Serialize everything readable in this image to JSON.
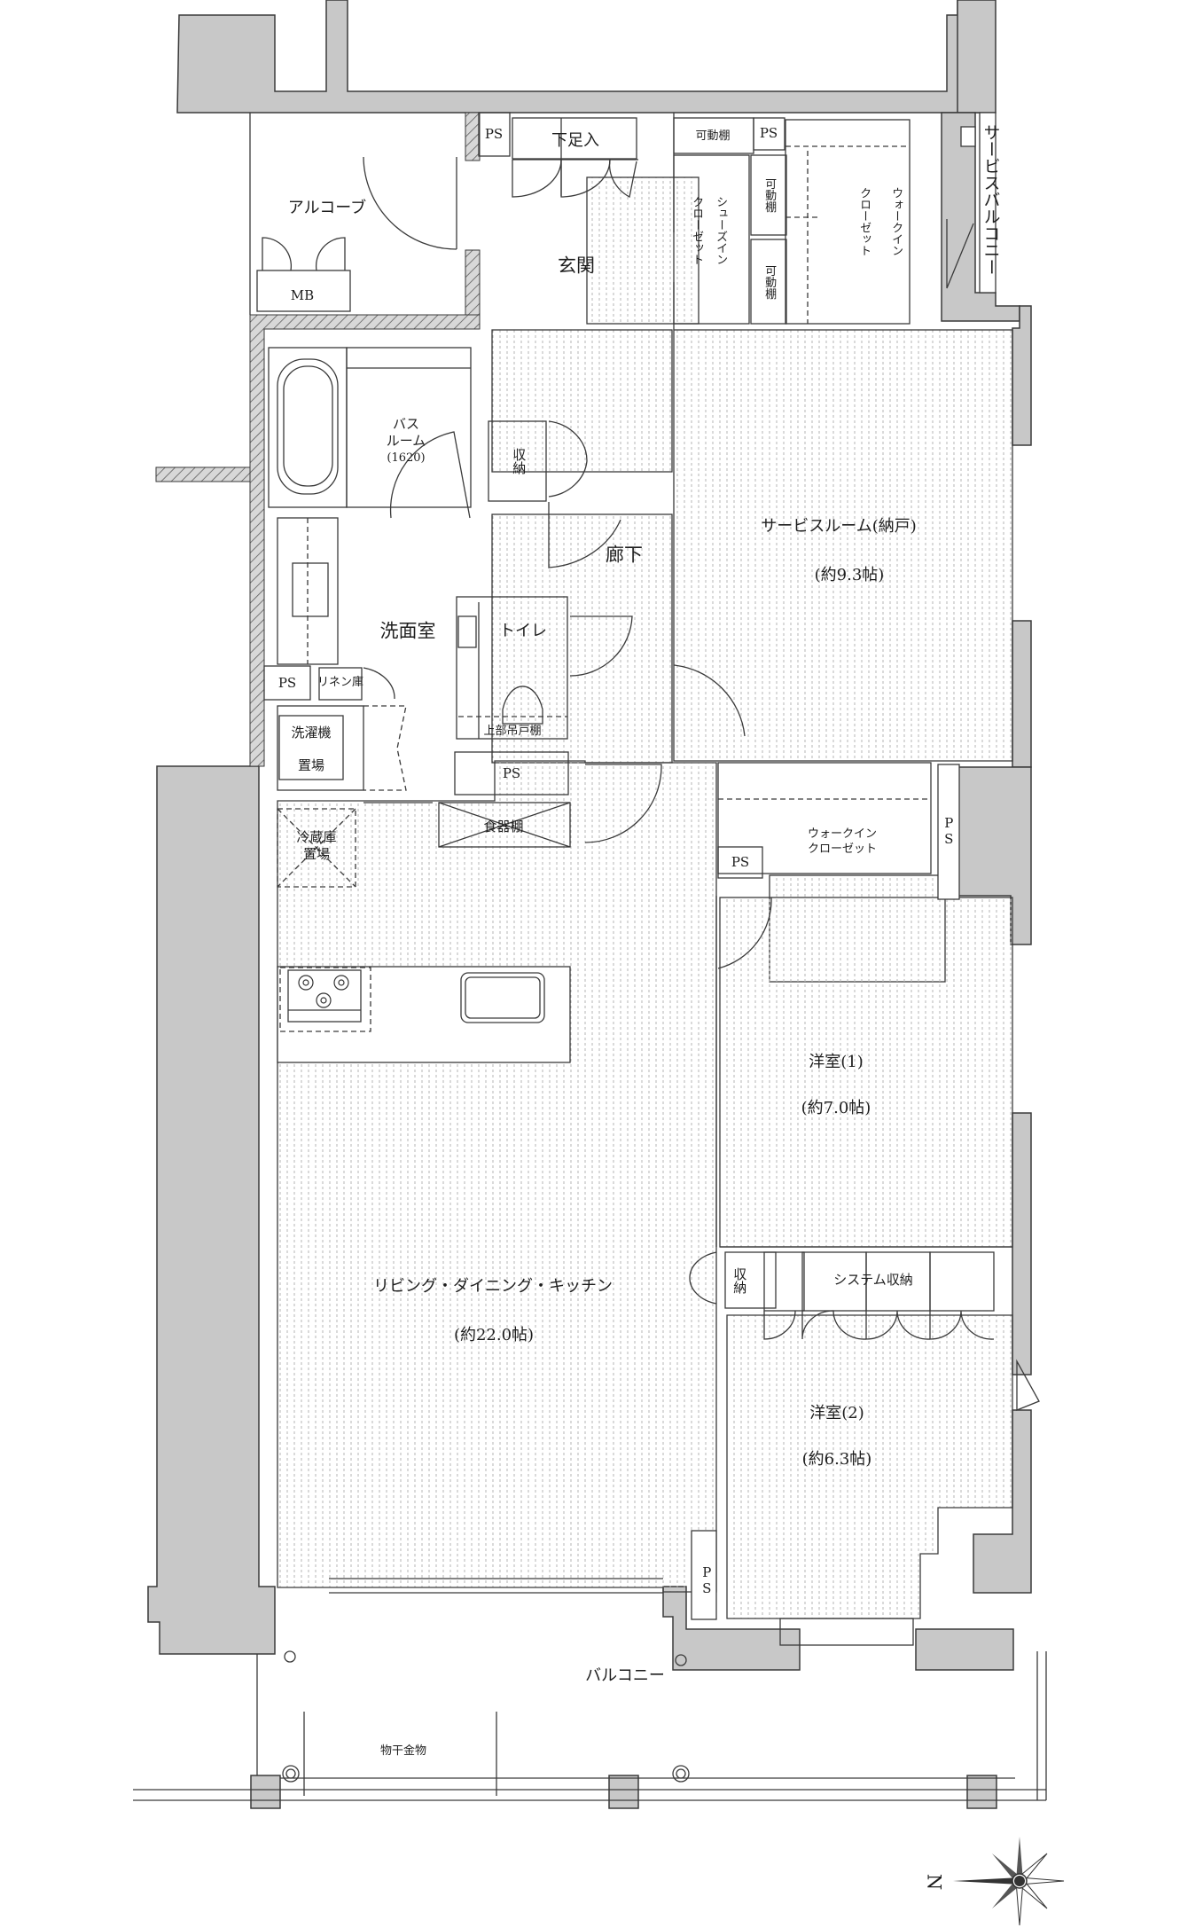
{
  "plan": {
    "colors": {
      "wall": "#c8c8c8",
      "line": "#3a3a3a",
      "flooring": "#b8b8b8",
      "background": "#ffffff"
    },
    "rooms": {
      "alcove": "アルコーブ",
      "mb": "MB",
      "ps_top_left": "PS",
      "shoe_box": "下足入",
      "movable_shelf_top": "可動棚",
      "ps_top_right": "PS",
      "genkan": "玄関",
      "shoe_in_closet_1": "シューズイン",
      "shoe_in_closet_2": "クローゼット",
      "movable_shelf_1": "可動棚",
      "movable_shelf_2": "可動棚",
      "walkin_top_1": "ウォークイン",
      "walkin_top_2": "クローゼット",
      "service_balcony": "サービスバルコニー",
      "bath_1": "バス",
      "bath_2": "ルーム",
      "bath_size": "(1620)",
      "storage_hall": "収納",
      "corridor": "廊下",
      "service_room_name": "サービスルーム(納戸)",
      "service_room_size": "(約9.3帖)",
      "washroom": "洗面室",
      "toilet": "トイレ",
      "ps_wash": "PS",
      "linen": "リネン庫",
      "washer_1": "洗濯機",
      "washer_2": "置場",
      "upper_cabinet": "上部吊戸棚",
      "ps_toilet": "PS",
      "cupboard": "食器棚",
      "fridge_1": "冷蔵庫",
      "fridge_2": "置場",
      "walkin_mid_1": "ウォークイン",
      "walkin_mid_2": "クローゼット",
      "ps_walkin": "PS",
      "ps_right": "PS",
      "western1_name": "洋室(1)",
      "western1_size": "(約7.0帖)",
      "storage_w2": "収納",
      "system_storage": "システム収納",
      "ldk_name": "リビング・ダイニング・キッチン",
      "ldk_size": "(約22.0帖)",
      "western2_name": "洋室(2)",
      "western2_size": "(約6.3帖)",
      "ps_bottom": "PS",
      "balcony": "バルコニー",
      "clothes_hanger": "物干金物"
    },
    "compass": {
      "north_label": "N"
    }
  }
}
